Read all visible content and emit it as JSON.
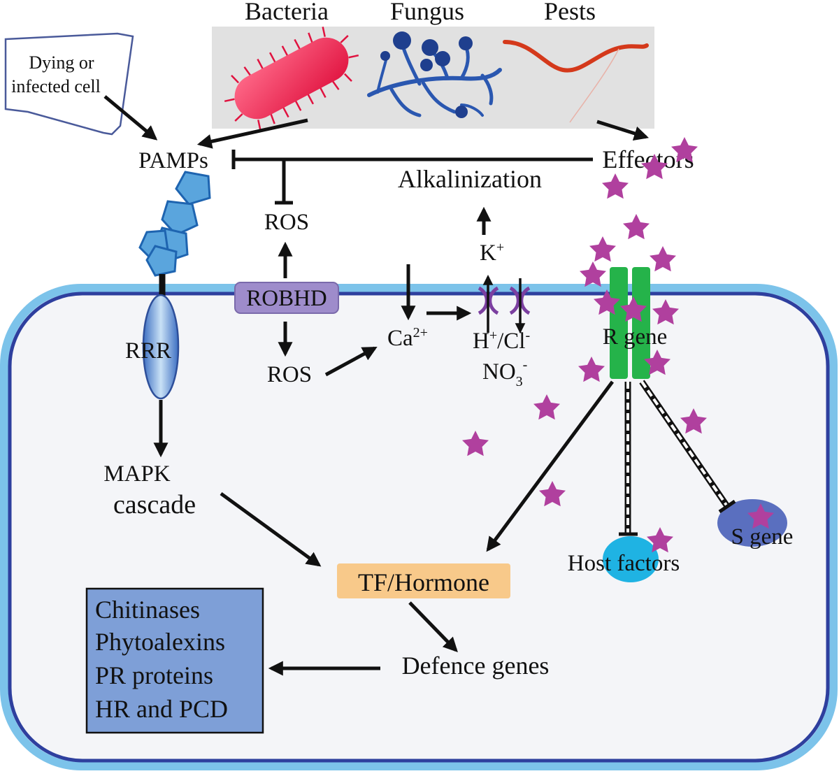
{
  "pathogens": {
    "bacteria": "Bacteria",
    "fungus": "Fungus",
    "pests": "Pests"
  },
  "dying_cell": {
    "line1": "Dying or",
    "line2": "infected cell"
  },
  "labels": {
    "pamps": "PAMPs",
    "effectors": "Effectors",
    "alkalinization": "Alkalinization",
    "ros_top": "ROS",
    "ros_bottom": "ROS",
    "robhd": "ROBHD",
    "k_ion": "K",
    "k_sup": "+",
    "ca_ion": "Ca",
    "ca_sup": "2+",
    "h_ion": "H",
    "h_sup": "+",
    "cl_ion": "/Cl",
    "cl_sup": "-",
    "no3_ion": "NO",
    "no3_sub": "3",
    "no3_sup": "-",
    "rrr": "RRR",
    "r_gene": "R gene",
    "mapk": "MAPK",
    "cascade": "cascade",
    "tf_hormone": "TF/Hormone",
    "host_factors": "Host factors",
    "s_gene": "S gene",
    "defence_genes": "Defence genes"
  },
  "outputs": [
    "Chitinases",
    "Phytoalexins",
    "PR proteins",
    "HR and PCD"
  ],
  "colors": {
    "cell_outer": "#7cc3ea",
    "cell_inner": "#2e3f9e",
    "cell_fill": "#f4f5f8",
    "pathogen_panel": "#e1e1e1",
    "bacteria": "#ec1c4b",
    "fungus": "#2a57b0",
    "pest": "#d4391b",
    "receptor": "#4a9bd8",
    "robhd": "#9e8ccb",
    "r_gene": "#25b34a",
    "star": "#b0409e",
    "tf_box": "#f8c98a",
    "host_factor": "#1fb3e3",
    "s_gene": "#5a6fbf",
    "outputs_box": "#7e9fd7",
    "channel": "#7b3fa0"
  }
}
